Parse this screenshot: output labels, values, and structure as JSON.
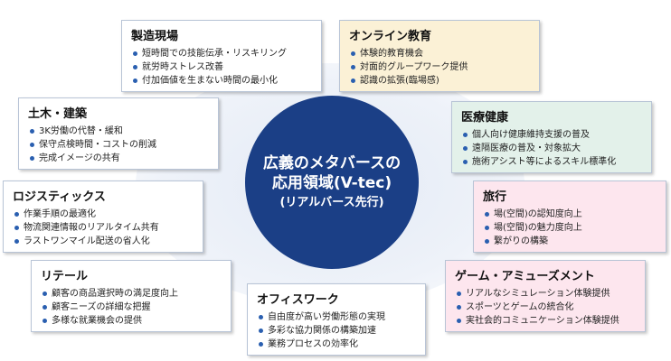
{
  "center": {
    "line1": "広義のメタバースの",
    "line2": "応用領域(V-tec)",
    "line3": "(リアルバース先行)"
  },
  "boxes": {
    "manufacturing": {
      "title": "製造現場",
      "items": [
        "短時間での技能伝承・リスキリング",
        "就労時ストレス改善",
        "付加価値を生まない時間の最小化"
      ]
    },
    "online_education": {
      "title": "オンライン教育",
      "items": [
        "体験的教育機会",
        "対面的グループワーク提供",
        "認識の拡張(臨場感)"
      ]
    },
    "civil_engineering": {
      "title": "土木・建築",
      "items": [
        "3K労働の代替・緩和",
        "保守点検時間・コストの削減",
        "完成イメージの共有"
      ]
    },
    "healthcare": {
      "title": "医療健康",
      "items": [
        "個人向け健康維持支援の普及",
        "遠隔医療の普及・対象拡大",
        "施術アシスト等によるスキル標準化"
      ]
    },
    "logistics": {
      "title": "ロジスティックス",
      "items": [
        "作業手順の最適化",
        "物流関連情報のリアルタイム共有",
        "ラストワンマイル配送の省人化"
      ]
    },
    "travel": {
      "title": "旅行",
      "items": [
        "場(空間)の認知度向上",
        "場(空間)の魅力度向上",
        "繋がりの構築"
      ]
    },
    "retail": {
      "title": "リテール",
      "items": [
        "顧客の商品選択時の満足度向上",
        "顧客ニーズの詳細な把握",
        "多様な就業機会の提供"
      ]
    },
    "office_work": {
      "title": "オフィスワーク",
      "items": [
        "自由度が高い労働形態の実現",
        "多彩な協力関係の構築加速",
        "業務プロセスの効率化"
      ]
    },
    "game_amusement": {
      "title": "ゲーム・アミューズメント",
      "items": [
        "リアルなシミュレーション体験提供",
        "スポーツとゲームの統合化",
        "実社会的コミュニケーション体験提供"
      ]
    }
  },
  "colors": {
    "center_circle": "#1b3f86",
    "bullet": "#2a5fb0",
    "online_education_bg": "#fbf1d6",
    "healthcare_bg": "#e3f1ea",
    "travel_bg": "#fde6ee",
    "game_amusement_bg": "#fde6ee"
  }
}
